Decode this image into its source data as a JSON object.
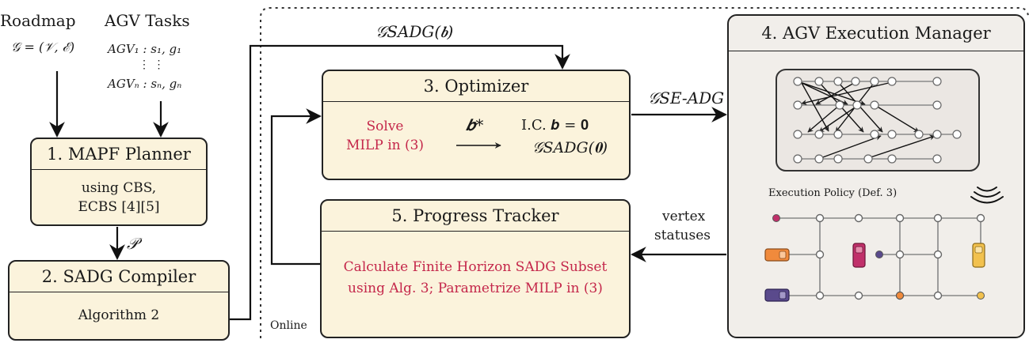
{
  "inputs": {
    "roadmap_label": "Roadmap",
    "roadmap_formula": "𝒢 = (𝒱, ℰ)",
    "tasks_label": "AGV Tasks",
    "task_first": "AGV₁ : s₁, g₁",
    "task_dots": "⋮     ⋮",
    "task_last": "AGVₙ : sₙ, gₙ"
  },
  "planner": {
    "title": "1. MAPF Planner",
    "line1": "using CBS,",
    "line2": "ECBS [4][5]"
  },
  "plan_symbol": "𝒫",
  "compiler": {
    "title": "2. SADG Compiler",
    "body": "Algorithm 2"
  },
  "online_label": "Online",
  "sadg_b_label": "𝒢SADG(𝒃)",
  "optimizer": {
    "title": "3. Optimizer",
    "solve_line1": "Solve",
    "solve_line2": "MILP in (3)",
    "bstar": "𝒃*",
    "ic_line1": "I.C.  𝒃 = 𝟎",
    "ic_line2": "𝒢SADG(𝟎)"
  },
  "se_adg_label": "𝒢SE-ADG",
  "tracker": {
    "title": "5. Progress Tracker",
    "line1": "Calculate Finite Horizon SADG Subset",
    "line2": "using Alg. 3; Parametrize MILP in (3)"
  },
  "vertex_label_1": "vertex",
  "vertex_label_2": "statuses",
  "manager": {
    "title": "4. AGV Execution Manager",
    "policy_label": "Execution Policy (Def. 3)"
  },
  "colors": {
    "box_fill": "#fbf3dc",
    "manager_fill": "#f1eeea",
    "accent_red": "#c4264a",
    "agv_orange": "#f08a3c",
    "agv_magenta": "#c0306a",
    "agv_purple": "#5a4a8c",
    "agv_yellow": "#f2c14e"
  }
}
